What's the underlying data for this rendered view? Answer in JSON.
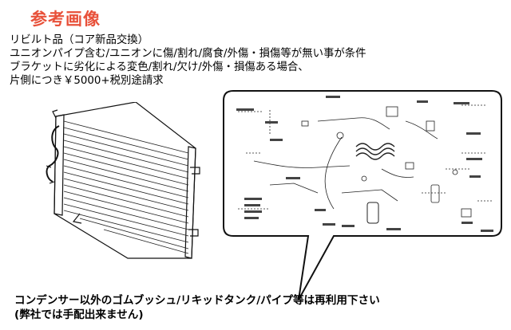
{
  "header": {
    "title": "参考画像"
  },
  "description": {
    "lines": [
      "リビルト品（コア新品交換）",
      "ユニオンパイプ含む/ユニオンに傷/割れ/腐食/外傷・損傷等が無い事が条件",
      "ブラケットに劣化による変色/割れ/欠け/外傷・損傷ある場合、",
      "片側につき￥5000+税別途請求"
    ]
  },
  "footer": {
    "lines": [
      "コンデンサー以外のゴムブッシュ/リキッドタンク/パイプ等は再利用下さい",
      "(弊社では手配出来ません)"
    ]
  },
  "colors": {
    "title": "#e8513a",
    "text": "#000000",
    "background": "#ffffff"
  }
}
